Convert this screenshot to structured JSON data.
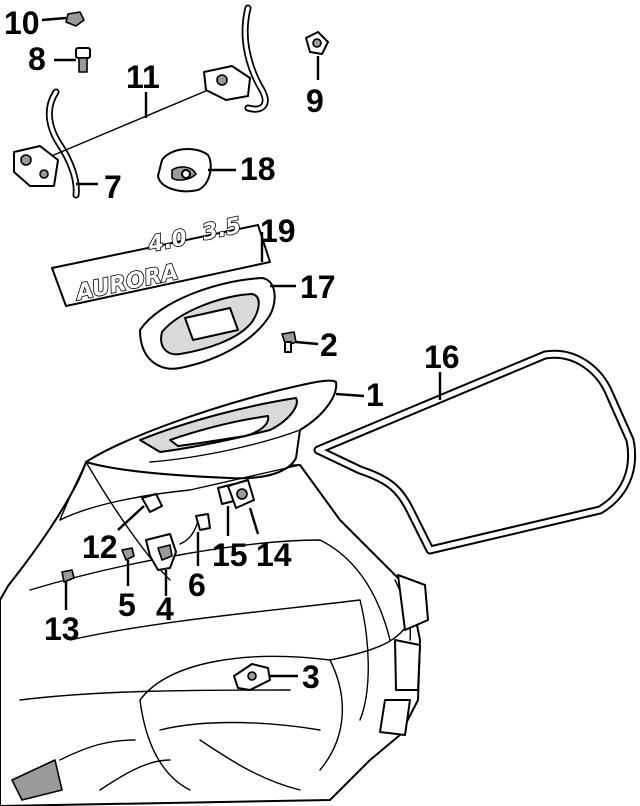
{
  "diagram": {
    "callouts": [
      {
        "id": "c10",
        "text": "10"
      },
      {
        "id": "c8",
        "text": "8"
      },
      {
        "id": "c9",
        "text": "9"
      },
      {
        "id": "c11",
        "text": "11"
      },
      {
        "id": "c7",
        "text": "7"
      },
      {
        "id": "c18",
        "text": "18"
      },
      {
        "id": "c19",
        "text": "19"
      },
      {
        "id": "c17",
        "text": "17"
      },
      {
        "id": "c2",
        "text": "2"
      },
      {
        "id": "c16",
        "text": "16"
      },
      {
        "id": "c1",
        "text": "1"
      },
      {
        "id": "c12",
        "text": "12"
      },
      {
        "id": "c15",
        "text": "15"
      },
      {
        "id": "c14",
        "text": "14"
      },
      {
        "id": "c6",
        "text": "6"
      },
      {
        "id": "c5",
        "text": "5"
      },
      {
        "id": "c4",
        "text": "4"
      },
      {
        "id": "c13",
        "text": "13"
      },
      {
        "id": "c3",
        "text": "3"
      }
    ],
    "emblem": {
      "text_40": "4.0",
      "text_35": "3.5",
      "text_aurora": "AURORA"
    }
  }
}
